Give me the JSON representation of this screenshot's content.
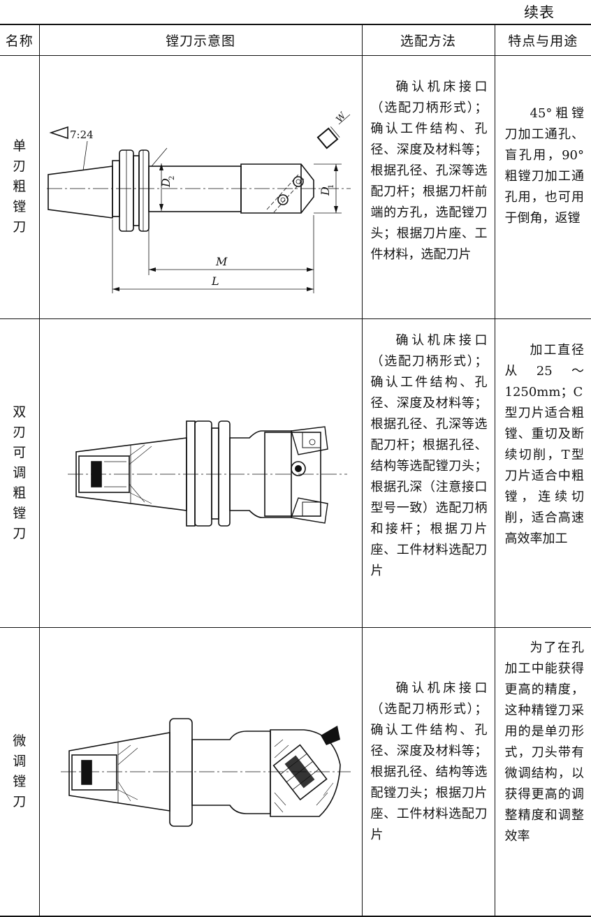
{
  "continued_label": "续表",
  "headers": [
    "名称",
    "镗刀示意图",
    "选配方法",
    "特点与用途"
  ],
  "rows": [
    {
      "name": "单刃粗镗刀",
      "diagram_labels": {
        "taper": "7:24",
        "w": "W",
        "d2": "D",
        "d2_sub": "2",
        "d1": "D",
        "d1_sub": "1",
        "m": "M",
        "l": "L"
      },
      "method": "确认机床接口（选配刀柄形式）；确认工件结构、孔径、深度及材料等；根据孔径、孔深等选配刀杆；根据刀杆前端的方孔，选配镗刀头；根据刀片座、工件材料，选配刀片",
      "feature": "45°粗镗刀加工通孔、盲孔用，90°粗镗刀加工通孔用，也可用于倒角，返镗"
    },
    {
      "name": "双刃可调粗镗刀",
      "method": "确认机床接口（选配刀柄形式）；确认工件结构、孔径、深度及材料等；根据孔径、孔深等选配刀杆；根据孔径、结构等选配镗刀头；根据孔深（注意接口型号一致）选配刀柄和接杆；根据刀片座、工件材料选配刀片",
      "feature": "加工直径从25～1250mm；C型刀片适合粗镗、重切及断续切削，T型刀片适合中粗镗，连续切削，适合高速高效率加工"
    },
    {
      "name": "微调镗刀",
      "method": "确认机床接口（选配刀柄形式）；确认工件结构、孔径、深度及材料等；根据孔径、结构等选配镗刀头；根据刀片座、工件材料选配刀片",
      "feature": "为了在孔加工中能获得更高的精度，这种精镗刀采用的是单刃形式，刀头带有微调结构，以获得更高的调整精度和调整效率"
    }
  ]
}
